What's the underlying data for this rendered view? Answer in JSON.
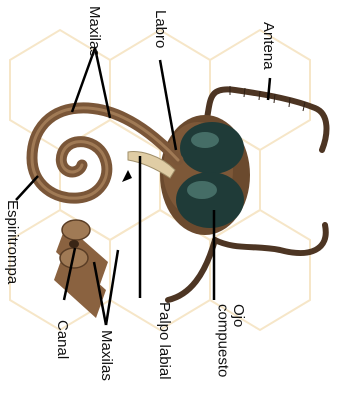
{
  "labels": {
    "maxilas_top": "Maxilas",
    "labro": "Labro",
    "antena": "Antena",
    "espiritrompa": "Espiritrompa",
    "canal": "Canal",
    "maxilas_bottom": "Maxilas",
    "palpo_labial": "Palpo labial",
    "ojo_compuesto": "Ojo compuesto"
  },
  "colors": {
    "background_pattern": "#f6e6c8",
    "proboscis": "#7a5638",
    "proboscis_light": "#a07a55",
    "head": "#6b4a2e",
    "eye": "#1f3b38",
    "eye_highlight": "#5f8f86",
    "antenna": "#4d3523",
    "leader_line": "#000000",
    "palp": "#e0cda5"
  }
}
